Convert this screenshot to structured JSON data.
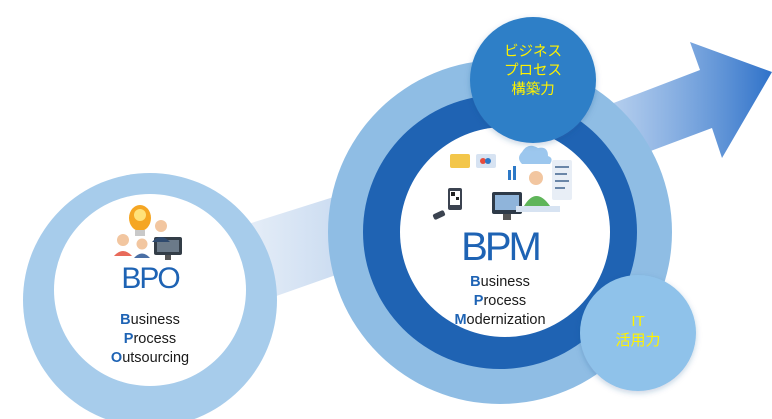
{
  "bpo": {
    "acronym": "BPO",
    "lines": [
      {
        "initial": "B",
        "rest": "usiness"
      },
      {
        "initial": "P",
        "rest": "rocess"
      },
      {
        "initial": "O",
        "rest": "utsourcing"
      }
    ]
  },
  "bpm": {
    "acronym": "BPM",
    "lines": [
      {
        "initial": "B",
        "rest": "usiness"
      },
      {
        "initial": "P",
        "rest": "rocess"
      },
      {
        "initial": "M",
        "rest": "odernization"
      }
    ]
  },
  "bubble_top": {
    "lines": [
      "ビジネス",
      "プロセス",
      "構築力"
    ]
  },
  "bubble_it": {
    "lines": [
      "IT",
      "活用力"
    ]
  },
  "colors": {
    "outer_ring": "#a7cceb",
    "bpm_outer_ring": "#8fbde4",
    "bpm_inner_ring": "#1f63b3",
    "bubble_top": "#2f7fc7",
    "bubble_it": "#8fc2ea",
    "accent_text": "#1e63b4",
    "bubble_text": "#fff200",
    "arrow": "#3c7fcf"
  },
  "icons": {
    "bpo_illustration": "call-center-staff-lightbulb-icon",
    "bpm_illustration": "digital-workplace-icon"
  }
}
